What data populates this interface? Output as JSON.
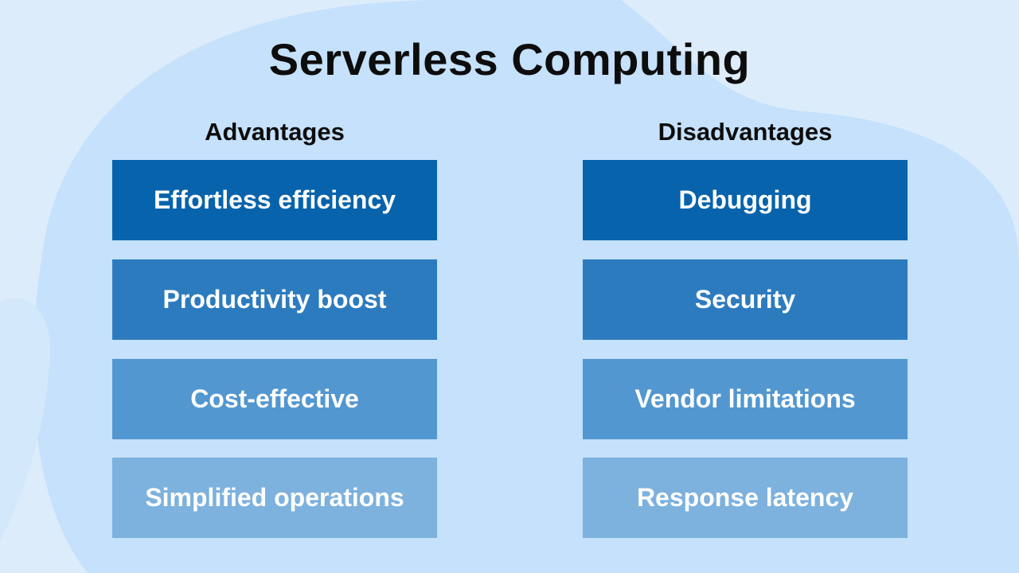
{
  "title": "Serverless Computing",
  "columns": [
    {
      "heading": "Advantages",
      "items": [
        "Effortless efficiency",
        "Productivity boost",
        "Cost-effective",
        "Simplified operations"
      ]
    },
    {
      "heading": "Disadvantages",
      "items": [
        "Debugging",
        "Security",
        "Vendor limitations",
        "Response latency"
      ]
    }
  ],
  "colors": {
    "background": "#dcecfb",
    "blob": "#c5e1fb",
    "shades": [
      "#0763ab",
      "#2d7bbf",
      "#5397d0",
      "#7db1de"
    ]
  }
}
